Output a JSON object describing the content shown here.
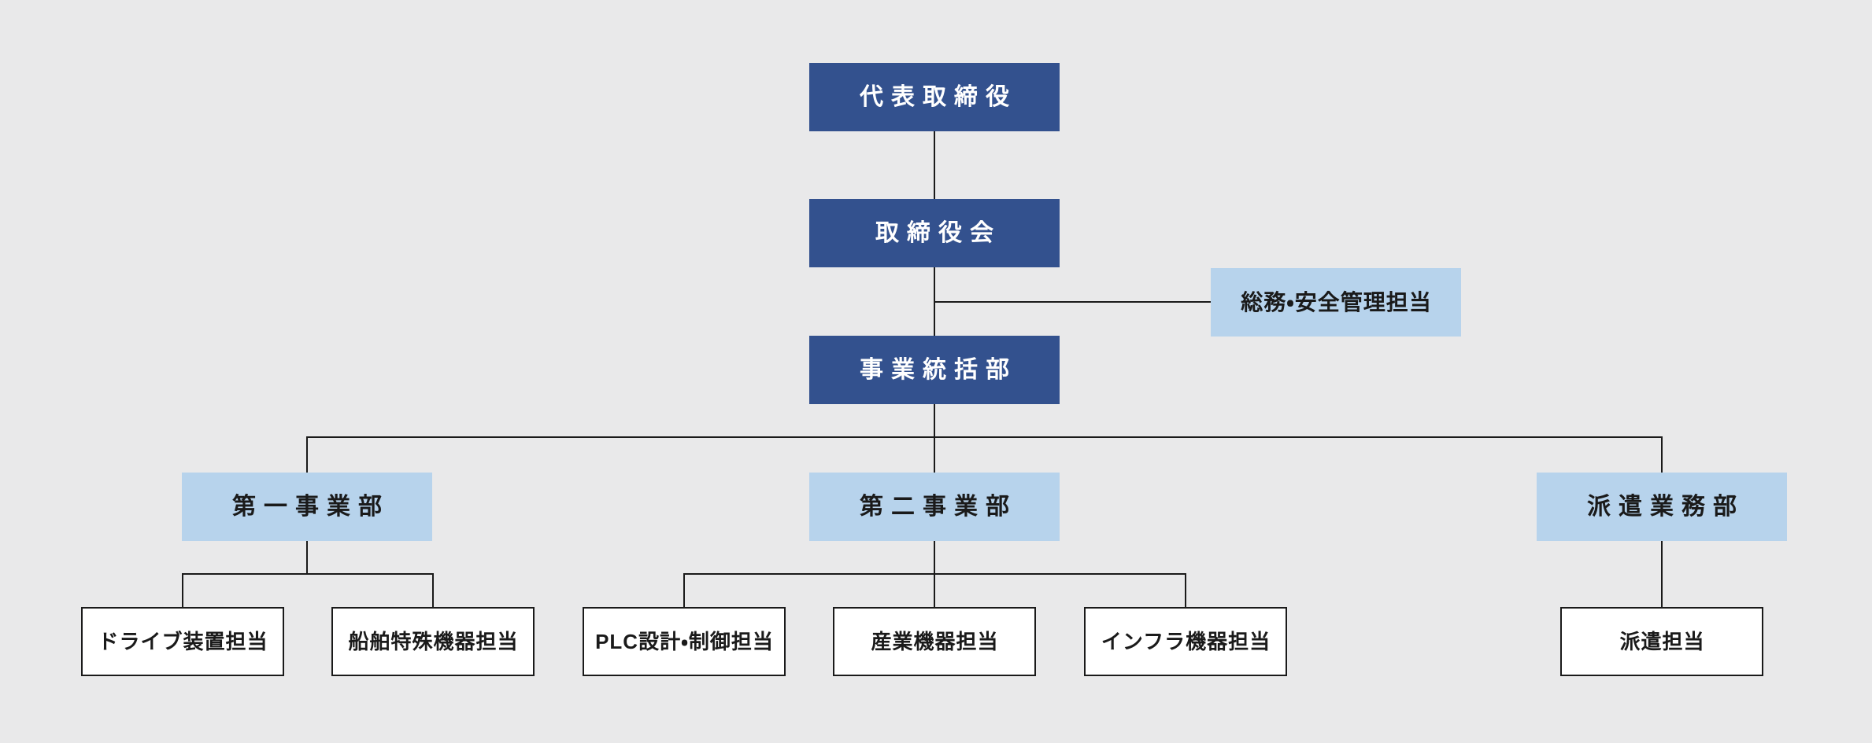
{
  "colors": {
    "background": "#e9e9ea",
    "primary_dark": "#33518e",
    "primary_light": "#b7d3ec",
    "unit_bg": "#ffffff",
    "line": "#1a1a1a",
    "text_on_dark": "#ffffff",
    "text_on_light": "#1a1a1a"
  },
  "org_chart": {
    "ceo": {
      "label": "代表取締役"
    },
    "board": {
      "label": "取締役会"
    },
    "staff": {
      "label": "総務・安全管理担当"
    },
    "headquarters": {
      "label": "事業統括部"
    },
    "divisions": [
      {
        "label": "第一事業部",
        "units": [
          {
            "label": "ドライブ装置担当"
          },
          {
            "label": "船舶特殊機器担当"
          }
        ]
      },
      {
        "label": "第二事業部",
        "units": [
          {
            "label": "PLC設計・制御担当"
          },
          {
            "label": "産業機器担当"
          },
          {
            "label": "インフラ機器担当"
          }
        ]
      },
      {
        "label": "派遣業務部",
        "units": [
          {
            "label": "派遣担当"
          }
        ]
      }
    ]
  }
}
